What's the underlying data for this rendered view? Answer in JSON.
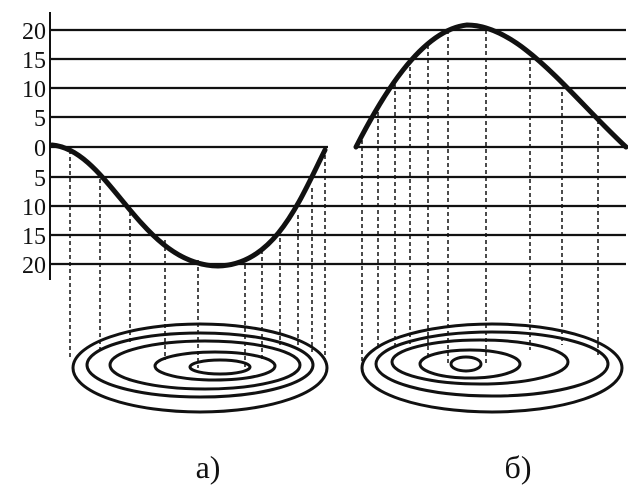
{
  "axis": {
    "tick_labels": [
      "20",
      "15",
      "10",
      "5",
      "0",
      "5",
      "10",
      "15",
      "20"
    ]
  },
  "panels": [
    {
      "label": "а)"
    },
    {
      "label": "б)"
    }
  ]
}
